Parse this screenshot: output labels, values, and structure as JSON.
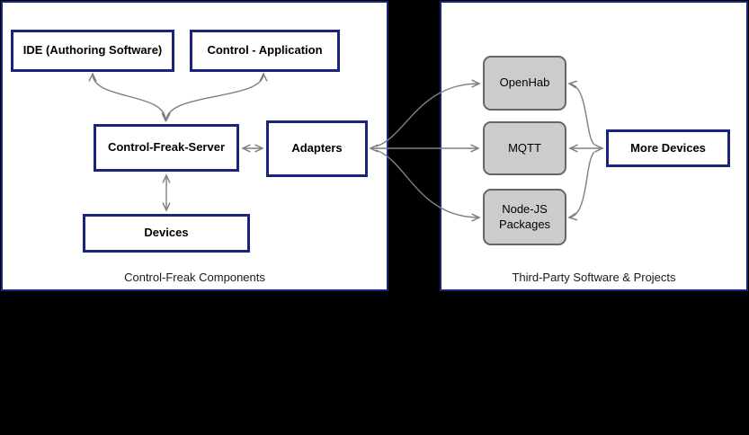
{
  "diagram": {
    "left_panel": {
      "caption": "Control-Freak Components",
      "nodes": {
        "ide": {
          "label": "IDE (Authoring Software)"
        },
        "control_app": {
          "label": "Control - Application"
        },
        "server": {
          "label": "Control-Freak-Server"
        },
        "adapters": {
          "label": "Adapters"
        },
        "devices": {
          "label": "Devices"
        }
      }
    },
    "right_panel": {
      "caption": "Third-Party Software & Projects",
      "nodes": {
        "openhab": {
          "label": "OpenHab"
        },
        "mqtt": {
          "label": "MQTT"
        },
        "nodejs": {
          "label": "Node-JS Packages"
        },
        "more_devices": {
          "label": "More Devices"
        }
      }
    },
    "edges": [
      {
        "from": "IDE (Authoring Software)",
        "to": "Control-Freak-Server",
        "direction": "bidirectional"
      },
      {
        "from": "Control - Application",
        "to": "Control-Freak-Server",
        "direction": "bidirectional"
      },
      {
        "from": "Control-Freak-Server",
        "to": "Adapters",
        "direction": "bidirectional"
      },
      {
        "from": "Control-Freak-Server",
        "to": "Devices",
        "direction": "bidirectional"
      },
      {
        "from": "Adapters",
        "to": "OpenHab",
        "direction": "bidirectional"
      },
      {
        "from": "Adapters",
        "to": "MQTT",
        "direction": "bidirectional"
      },
      {
        "from": "Adapters",
        "to": "Node-JS Packages",
        "direction": "bidirectional"
      },
      {
        "from": "More Devices",
        "to": "OpenHab",
        "direction": "bidirectional"
      },
      {
        "from": "More Devices",
        "to": "MQTT",
        "direction": "bidirectional"
      },
      {
        "from": "More Devices",
        "to": "Node-JS Packages",
        "direction": "bidirectional"
      }
    ],
    "colors": {
      "background": "#000000",
      "panel_background": "#ffffff",
      "panel_border": "#1a237e",
      "box_border": "#1a237e",
      "gray_box_fill": "#cccccc",
      "gray_box_border": "#666666",
      "arrow": "#7f7f7f",
      "text": "#000000"
    }
  }
}
